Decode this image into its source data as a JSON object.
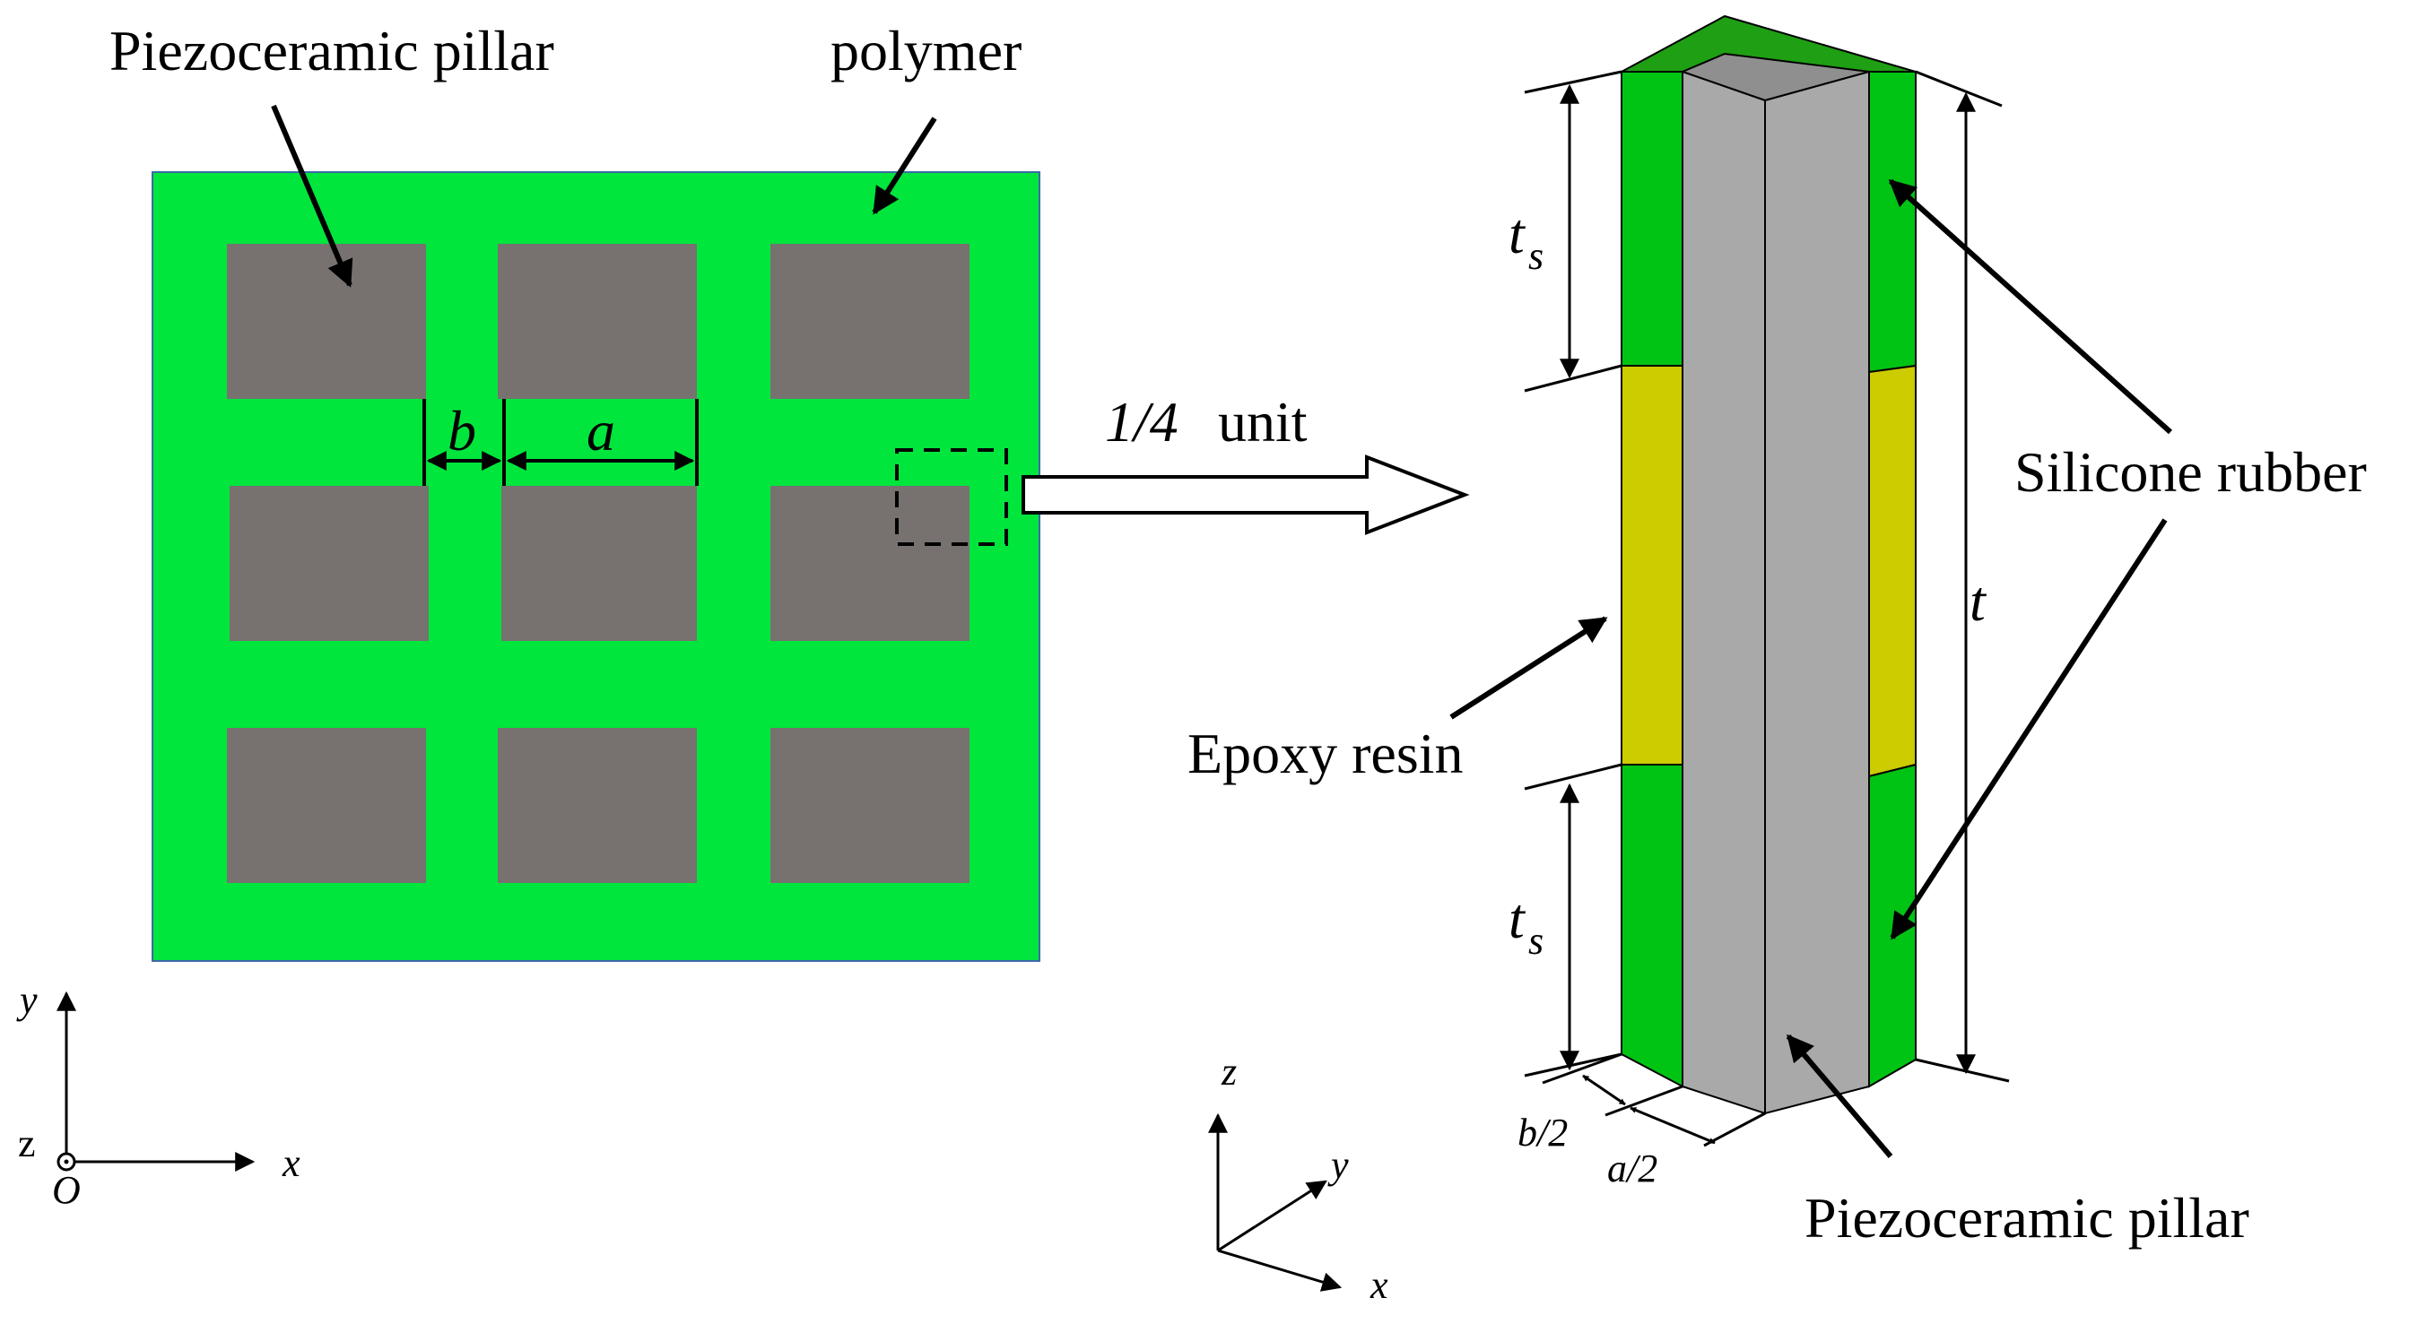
{
  "labels": {
    "piezo_pillar_left": "Piezoceramic pillar",
    "polymer": "polymer",
    "quarter_unit": "1/4",
    "quarter_unit_word": "unit",
    "silicone_rubber": "Silicone rubber",
    "epoxy_resin": "Epoxy resin",
    "piezo_pillar_right": "Piezoceramic pillar"
  },
  "dimensions": {
    "a": "a",
    "b": "b",
    "ts_top": "t",
    "ts_top_sub": "s",
    "ts_bottom": "t",
    "ts_bottom_sub": "s",
    "t": "t",
    "half_b": "b/2",
    "half_a": "a/2"
  },
  "axes_left": {
    "y": "y",
    "x": "x",
    "z": "z",
    "origin": "O"
  },
  "axes_right": {
    "z": "z",
    "y": "y",
    "x": "x"
  },
  "colors": {
    "polymer_green": "#00e63c",
    "pillar_gray": "#777270",
    "rubber_green_front": "#00c414",
    "rubber_green_top": "#1f9f14",
    "epoxy_yellow": "#cccc00",
    "pillar_light": "#a9a9a9",
    "pillar_top": "#8f8f8f"
  }
}
